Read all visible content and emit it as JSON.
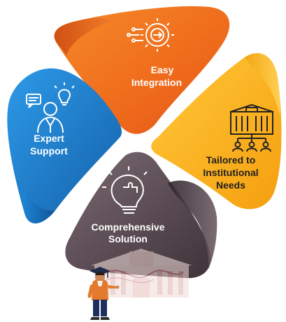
{
  "petals": {
    "easy_integration": {
      "line1": "Easy",
      "line2": "Integration",
      "icon": "gear-arrow-circuit-icon",
      "color": "#f26b1d"
    },
    "tailored": {
      "line1": "Tailored to",
      "line2": "Institutional",
      "line3": "Needs",
      "icon": "institution-people-icon",
      "color": "#fdb515"
    },
    "comprehensive": {
      "line1": "Comprehensive",
      "line2": "Solution",
      "icon": "lightbulb-puzzle-icon",
      "color": "#5a4a55"
    },
    "expert_support": {
      "line1": "Expert",
      "line2": "Support",
      "icon": "person-chat-idea-icon",
      "color": "#1b79c9"
    }
  }
}
